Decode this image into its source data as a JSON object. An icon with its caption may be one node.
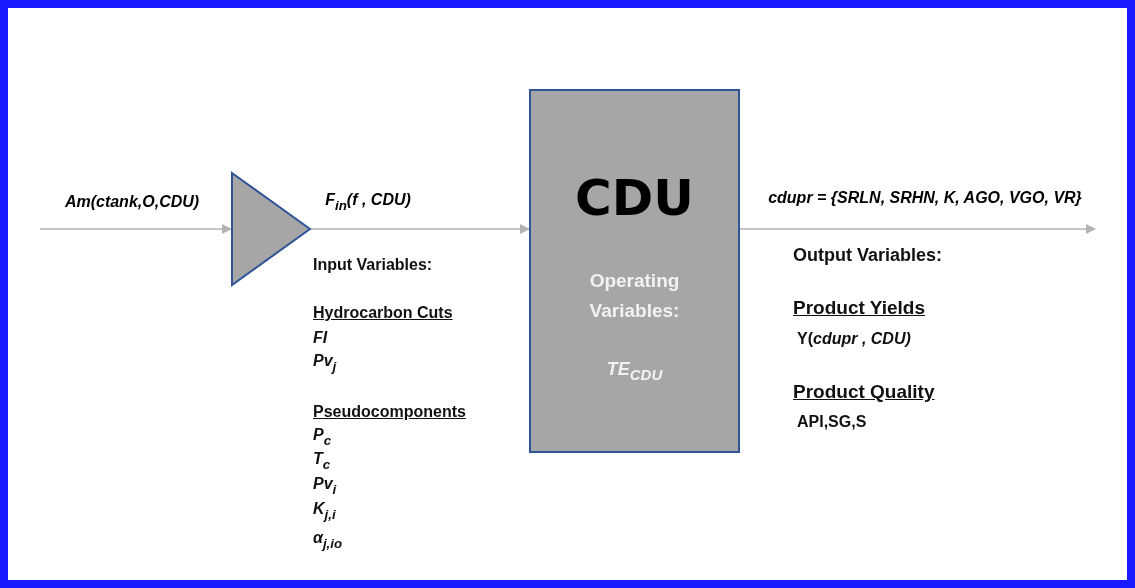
{
  "diagram": {
    "nodes": [
      {
        "text": [],
        "shape": "triangle"
      },
      {
        "text": [
          "CDU",
          "Operating Variables:",
          "TE$_{CDU}$"
        ]
      }
    ],
    "edges": [
      {
        "from": null,
        "to": 0,
        "arrow": "to",
        "label": "Am(ctank,O,CDU)"
      },
      {
        "from": 0,
        "to": 1,
        "arrow": "to",
        "label": "F$_{in}$(f , CDU)"
      },
      {
        "from": 1,
        "to": null,
        "arrow": "to",
        "label": "cdupr = {SRLN, SRHN, K, AGO, VGO, VR}"
      }
    ],
    "labels": [
      "Input Variables:",
      "Hydrocarbon Cuts",
      "FI",
      "Pv$_{j}$",
      "Pseudocomponents",
      "P$_{c}$",
      "T$_{c}$",
      "Pv$_{i}$",
      "K$_{j,i}$",
      "α$_{j,io}$",
      "Output Variables:",
      "Product Yields",
      "Y(*cdupr , CDU)*",
      "Product Quality",
      "API,SG,S"
    ]
  }
}
